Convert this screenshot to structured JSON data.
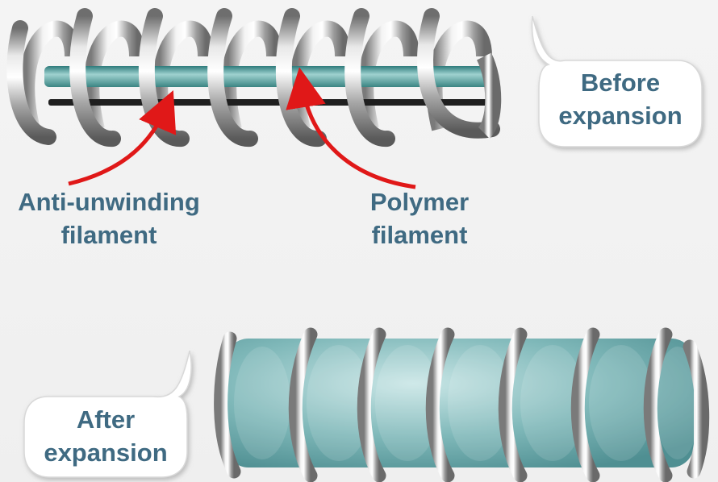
{
  "labels": {
    "before": [
      "Before",
      "expansion"
    ],
    "after": [
      "After",
      "expansion"
    ],
    "anti_unwinding": [
      "Anti-unwinding",
      "filament"
    ],
    "polymer": [
      "Polymer",
      "filament"
    ]
  },
  "colors": {
    "label_text": "#3f6a82",
    "arrow": "#e01818",
    "polymer_filament": "#5fa8a6",
    "anti_unwinding_filament": "#1f1f1f",
    "coil_metal": "#c8c8c8",
    "expanded_polymer": "#7fb3b6"
  }
}
